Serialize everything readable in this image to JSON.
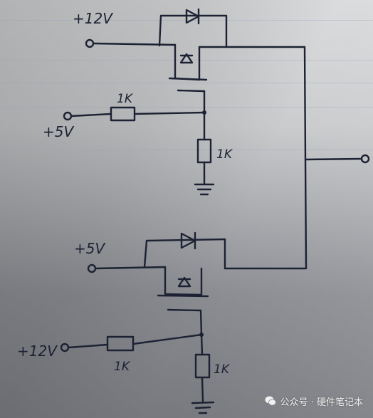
{
  "labels": {
    "top_v12": "+12V",
    "top_v5": "+5V",
    "top_r_series": "1K",
    "top_r_pulldown": "1K",
    "bottom_v5": "+5V",
    "bottom_v12": "+12V",
    "bottom_r_series": "1K",
    "bottom_r_pulldown": "1K"
  },
  "watermark": {
    "text": "公众号 · 硬件笔记本",
    "icon": "wechat-icon"
  }
}
